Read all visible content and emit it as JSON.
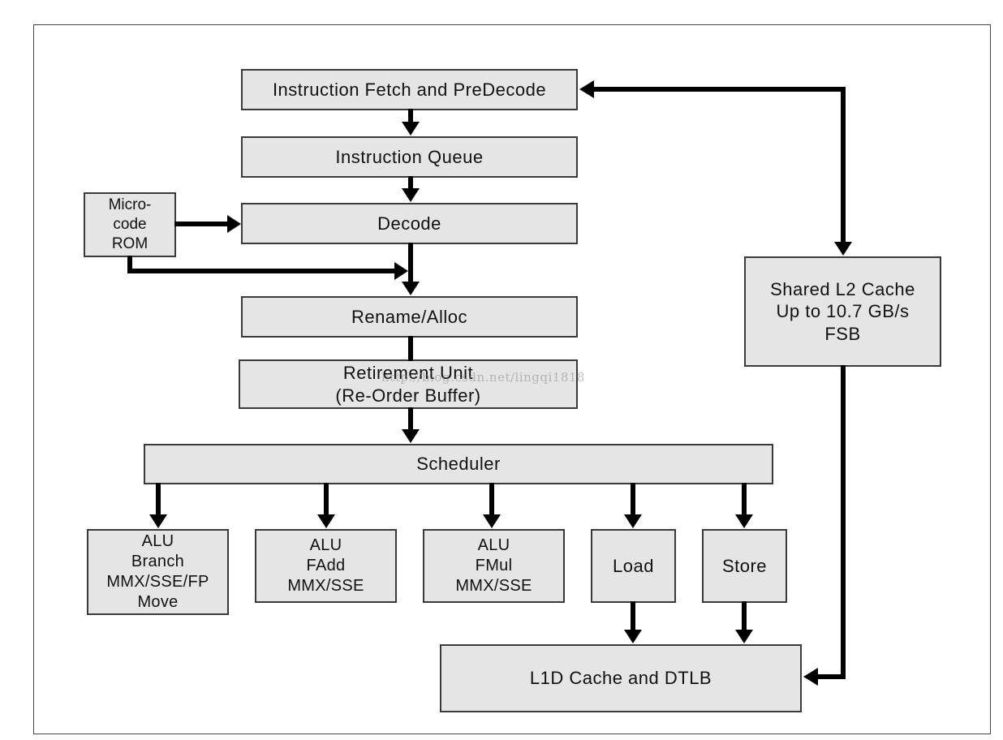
{
  "blocks": {
    "fetch": "Instruction Fetch and PreDecode",
    "queue": "Instruction Queue",
    "decode": "Decode",
    "microcode": [
      "Micro-",
      "code",
      "ROM"
    ],
    "rename": "Rename/Alloc",
    "retirement": [
      "Retirement Unit",
      "(Re-Order Buffer)"
    ],
    "scheduler": "Scheduler",
    "alu1": [
      "ALU",
      "Branch",
      "MMX/SSE/FP",
      "Move"
    ],
    "alu2": [
      "ALU",
      "FAdd",
      "MMX/SSE"
    ],
    "alu3": [
      "ALU",
      "FMul",
      "MMX/SSE"
    ],
    "load": "Load",
    "store": "Store",
    "l1d": "L1D Cache and DTLB",
    "l2": [
      "Shared L2 Cache",
      "Up to 10.7 GB/s",
      "FSB"
    ]
  },
  "watermark": "http://blog.csdn.net/lingqi1818",
  "colors": {
    "box_fill": "#e5e5e5",
    "box_border": "#3a3a3a",
    "arrow": "#000000"
  }
}
